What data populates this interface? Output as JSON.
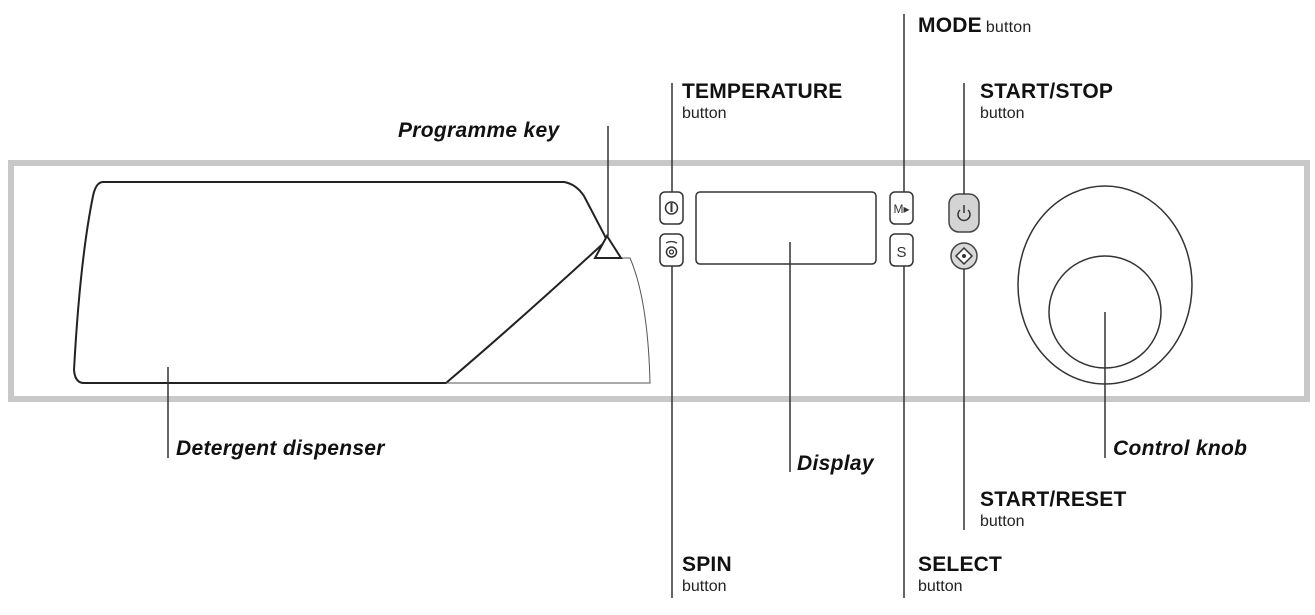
{
  "labels": {
    "mode": {
      "title": "MODE",
      "sub": "button"
    },
    "temperature": {
      "title": "TEMPERATURE",
      "sub": "button"
    },
    "start_stop": {
      "title": "START/STOP",
      "sub": "button"
    },
    "programme_key": {
      "title": "Programme key"
    },
    "detergent_dispenser": {
      "title": "Detergent dispenser"
    },
    "display": {
      "title": "Display"
    },
    "control_knob": {
      "title": "Control knob"
    },
    "start_reset": {
      "title": "START/RESET",
      "sub": "button"
    },
    "spin": {
      "title": "SPIN",
      "sub": "button"
    },
    "select": {
      "title": "SELECT",
      "sub": "button"
    }
  },
  "buttons": {
    "mode_glyph": "M▸",
    "select_glyph": "S"
  },
  "colors": {
    "panel_border": "#c8c8c8",
    "line": "#333333",
    "start_stop_fill": "#d4d4d4",
    "start_reset_fill": "#d8d8d8"
  }
}
